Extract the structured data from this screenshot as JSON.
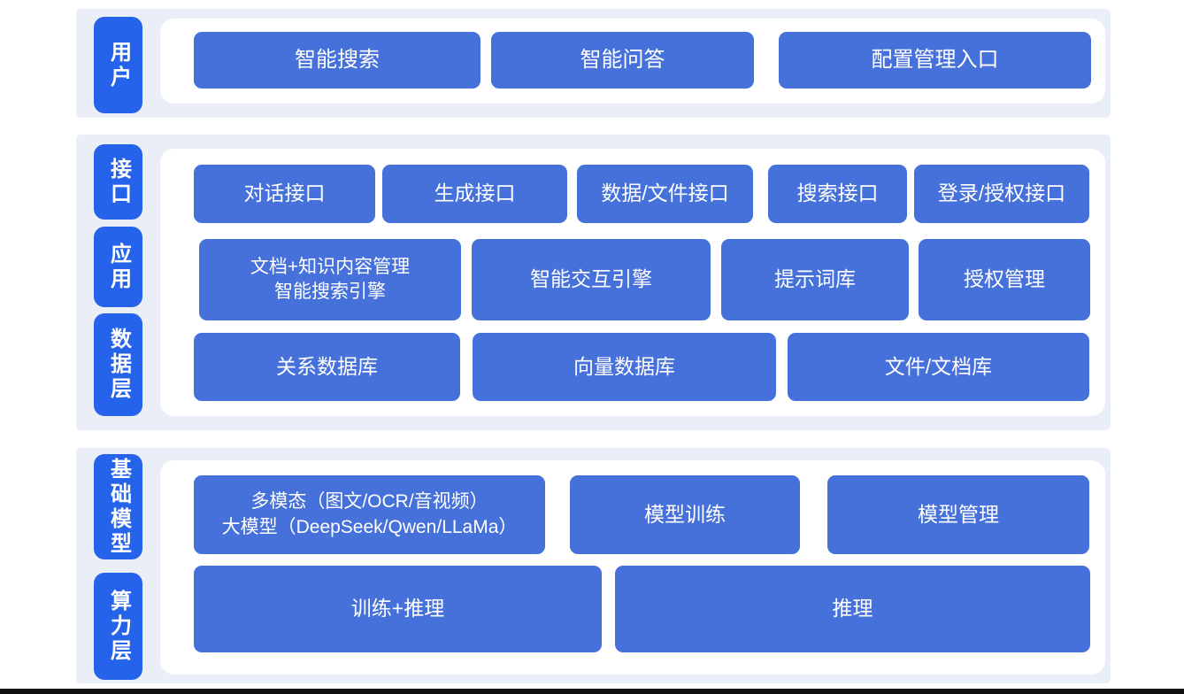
{
  "colors": {
    "layer_label_blue": "#2563eb",
    "block_blue": "#4671db",
    "section_background": "#eaeef7",
    "panel_background": "#ffffff",
    "bottom_bar": "#111111",
    "text": "#ffffff"
  },
  "sections": [
    {
      "name": "user-layer",
      "labels": [
        {
          "text": "用户"
        }
      ],
      "rows": [
        {
          "buttons": [
            {
              "label": "智能搜索"
            },
            {
              "label": "智能问答"
            },
            {
              "label": "配置管理入口"
            }
          ]
        }
      ]
    },
    {
      "name": "interface-application-data-layer",
      "labels": [
        {
          "text": "接口"
        },
        {
          "text": "应用"
        },
        {
          "text": "数据层"
        }
      ],
      "rows": [
        {
          "buttons": [
            {
              "label": "对话接口"
            },
            {
              "label": "生成接口"
            },
            {
              "label": "数据/文件接口"
            },
            {
              "label": "搜索接口"
            },
            {
              "label": "登录/授权接口"
            }
          ]
        },
        {
          "buttons": [
            {
              "label": "文档+知识内容管理\n智能搜索引擎"
            },
            {
              "label": "智能交互引擎"
            },
            {
              "label": "提示词库"
            },
            {
              "label": "授权管理"
            }
          ]
        },
        {
          "buttons": [
            {
              "label": "关系数据库"
            },
            {
              "label": "向量数据库"
            },
            {
              "label": "文件/文档库"
            }
          ]
        }
      ]
    },
    {
      "name": "foundation-model-compute-layer",
      "labels": [
        {
          "text": "基础模型"
        },
        {
          "text": "算力层"
        }
      ],
      "rows": [
        {
          "buttons": [
            {
              "label": "多模态（图文/OCR/音视频）\n大模型（DeepSeek/Qwen/LLaMa）"
            },
            {
              "label": "模型训练"
            },
            {
              "label": "模型管理"
            }
          ]
        },
        {
          "buttons": [
            {
              "label": "训练+推理"
            },
            {
              "label": "推理"
            }
          ]
        }
      ]
    }
  ]
}
